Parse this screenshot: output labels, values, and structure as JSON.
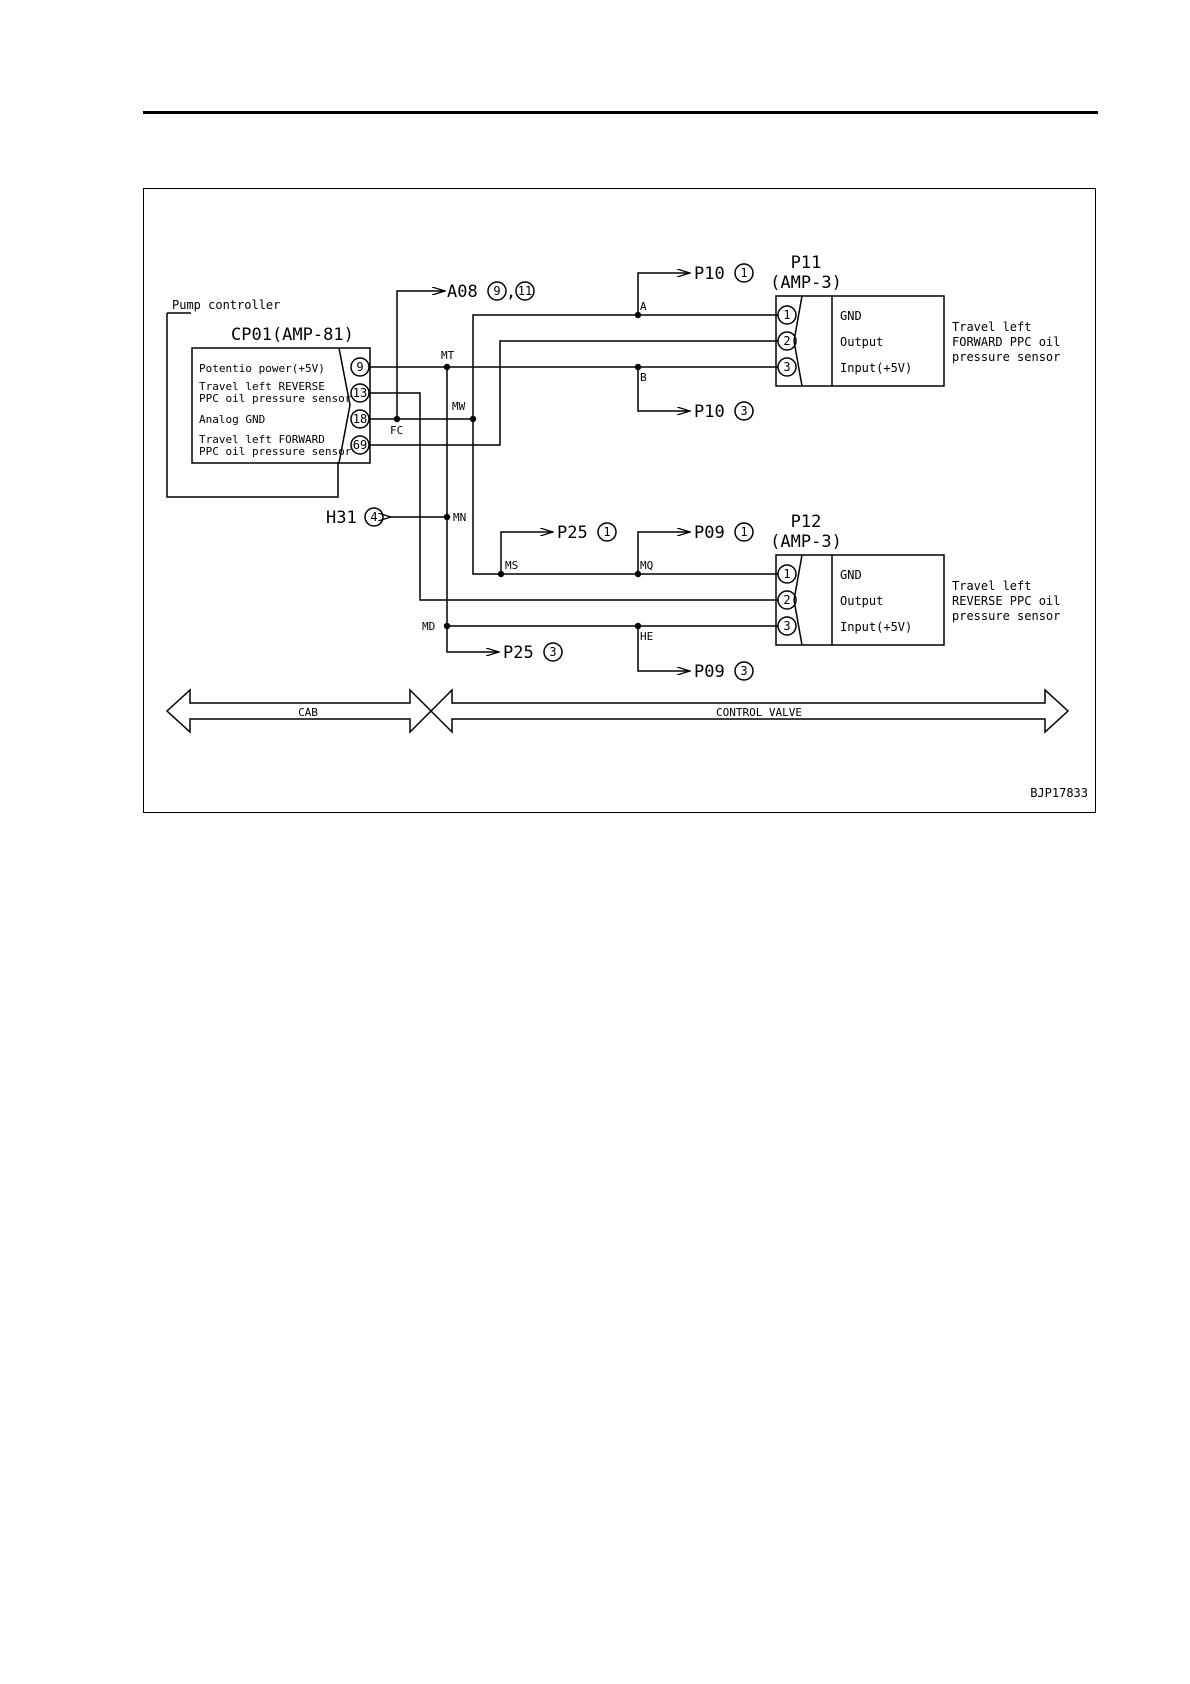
{
  "diagram": {
    "controller": {
      "group_label": "Pump controller",
      "connector": "CP01(AMP-81)",
      "pins": [
        {
          "no": "9",
          "label": "Potentio power(+5V)"
        },
        {
          "no": "13",
          "label1": "Travel left REVERSE",
          "label2": "PPC oil pressure sensor"
        },
        {
          "no": "18",
          "label": "Analog GND"
        },
        {
          "no": "69",
          "label1": "Travel left FORWARD",
          "label2": "PPC oil pressure sensor"
        }
      ]
    },
    "sensor_p11": {
      "id": "P11",
      "type": "(AMP-3)",
      "pins": [
        {
          "no": "1",
          "label": "GND"
        },
        {
          "no": "2",
          "label": "Output"
        },
        {
          "no": "3",
          "label": "Input(+5V)"
        }
      ],
      "desc1": "Travel left",
      "desc2": "FORWARD PPC oil",
      "desc3": "pressure sensor"
    },
    "sensor_p12": {
      "id": "P12",
      "type": "(AMP-3)",
      "pins": [
        {
          "no": "1",
          "label": "GND"
        },
        {
          "no": "2",
          "label": "Output"
        },
        {
          "no": "3",
          "label": "Input(+5V)"
        }
      ],
      "desc1": "Travel left",
      "desc2": "REVERSE PPC oil",
      "desc3": "pressure sensor"
    },
    "references": {
      "a08": "A08",
      "a08_pins": [
        "9",
        "11"
      ],
      "a08_sep": ",",
      "p10_top": "P10",
      "p10_top_pin": "1",
      "p10_bottom": "P10",
      "p10_bottom_pin": "3",
      "h31": "H31",
      "h31_pin": "4",
      "p25_top": "P25",
      "p25_top_pin": "1",
      "p09_top": "P09",
      "p09_top_pin": "1",
      "p25_bottom": "P25",
      "p25_bottom_pin": "3",
      "p09_bottom": "P09",
      "p09_bottom_pin": "3"
    },
    "junctions": {
      "mt": "MT",
      "fc": "FC",
      "mw": "MW",
      "mn": "MN",
      "a": "A",
      "b": "B",
      "ms": "MS",
      "mq": "MQ",
      "md": "MD",
      "he": "HE"
    },
    "zones": {
      "cab": "CAB",
      "control_valve": "CONTROL VALVE"
    },
    "figure_id": "BJP17833"
  }
}
